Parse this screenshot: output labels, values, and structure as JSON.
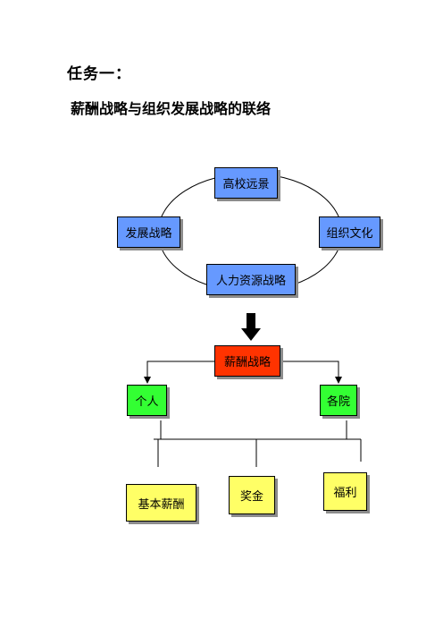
{
  "task_title": "任务一：",
  "subtitle": "薪酬战略与组织发展战略的联络",
  "diagram": {
    "cycle": {
      "top": "高校远景",
      "left": "发展战略",
      "right": "组织文化",
      "bottom": "人力资源战略"
    },
    "center": "薪酬战略",
    "branches": {
      "left": "个人",
      "right": "各院"
    },
    "components": [
      "基本薪酬",
      "奖金",
      "福利"
    ]
  },
  "colors": {
    "cycle_box": "#6699ff",
    "center_box": "#ff3300",
    "branch_box": "#33ff33",
    "component_box": "#ffff66"
  }
}
